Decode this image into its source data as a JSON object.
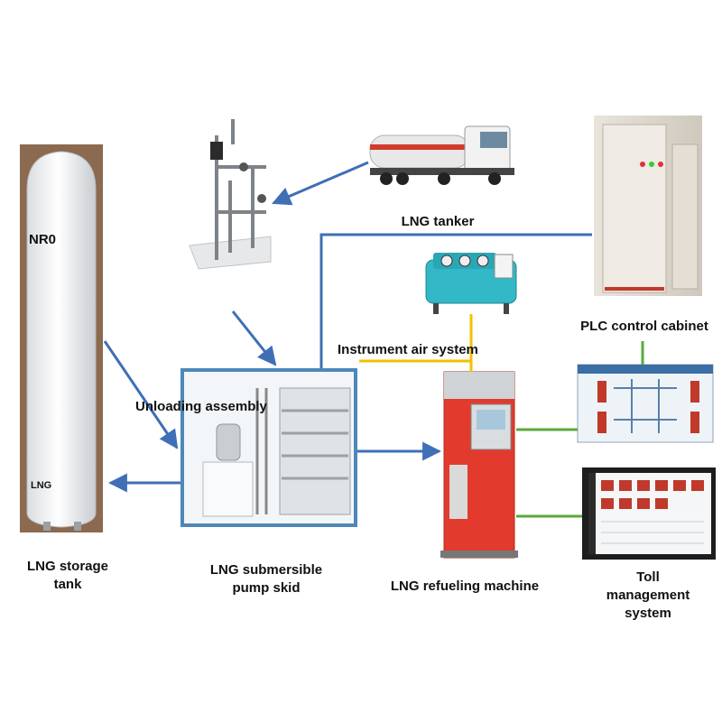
{
  "labels": {
    "storage_tank": "LNG storage\ntank",
    "tank_marking_top": "NR0",
    "tank_marking_bottom": "LNG",
    "pump_skid": "LNG submersible\npump skid",
    "unloading_assembly": "Unloading assembly",
    "tanker": "LNG tanker",
    "instrument_air": "Instrument air system",
    "plc_cabinet": "PLC control cabinet",
    "refueling_machine": "LNG refueling machine",
    "toll_system": "Toll\nmanagement\nsystem"
  },
  "colors": {
    "flow_arrow": "#3f6fb5",
    "air_line": "#f2c200",
    "signal_line": "#5aa83c"
  }
}
